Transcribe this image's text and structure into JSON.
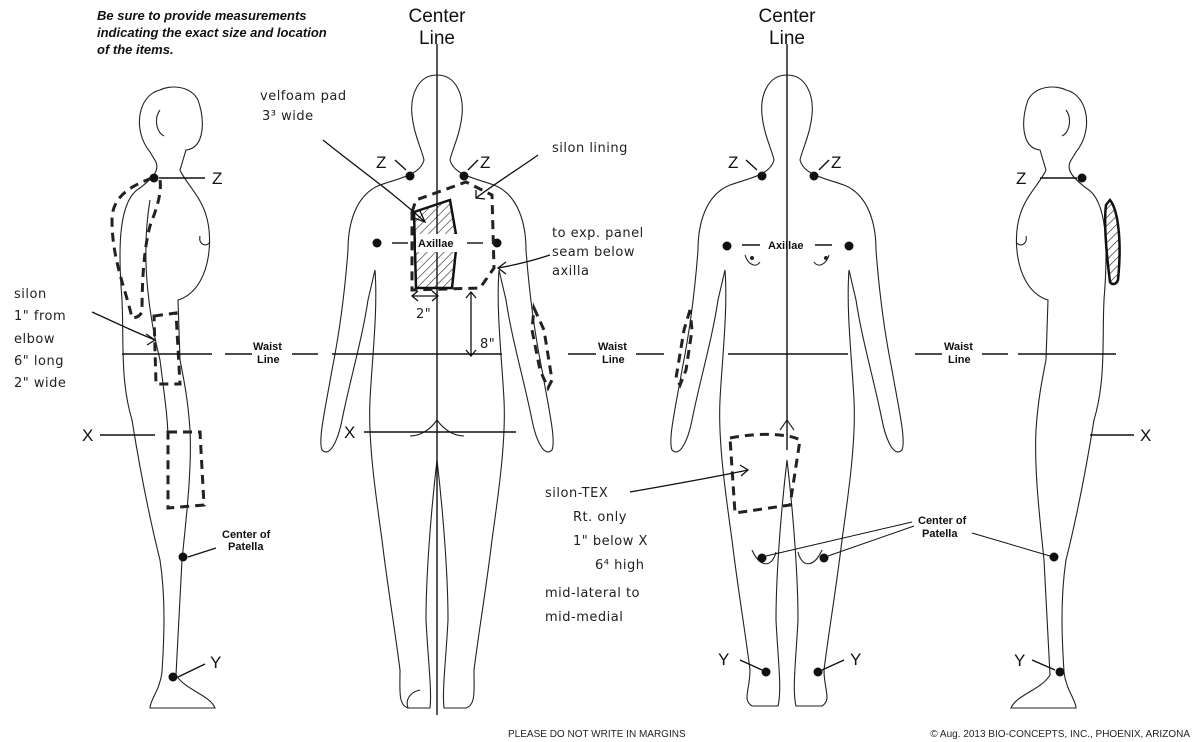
{
  "instructions": {
    "line1": "Be sure to provide measurements",
    "line2": "indicating the exact size and location",
    "line3": "of the items."
  },
  "center_line": {
    "line1": "Center",
    "line2": "Line"
  },
  "landmarks": {
    "z": "Z",
    "x": "X",
    "y": "Y",
    "axillae": "Axillae",
    "waist_line": {
      "line1": "Waist",
      "line2": "Line"
    },
    "center_of_patella": {
      "line1": "Center of",
      "line2": "Patella"
    }
  },
  "handwritten_notes": {
    "velfoam": {
      "line1": "velfoam pad",
      "line2": "3³ wide"
    },
    "silon_lining": "silon lining",
    "exp_panel": {
      "line1": "to exp. panel",
      "line2": "seam below",
      "line3": "axilla"
    },
    "silon_arm": {
      "line1": "silon",
      "line2": "1\" from",
      "line3": "elbow",
      "line4": "6\" long",
      "line5": "2\" wide"
    },
    "measure_2in": "2\"",
    "measure_8in": "8\"",
    "silon_tex": {
      "line1": "silon-TEX",
      "line2": "Rt. only",
      "line3": "1\" below X",
      "line4": "6⁴ high",
      "line5": "mid-lateral to",
      "line6": "mid-medial"
    }
  },
  "footer": {
    "margin_notice": "PLEASE DO NOT WRITE IN MARGINS",
    "copyright": "© Aug. 2013 BIO-CONCEPTS, INC., PHOENIX, ARIZONA"
  }
}
